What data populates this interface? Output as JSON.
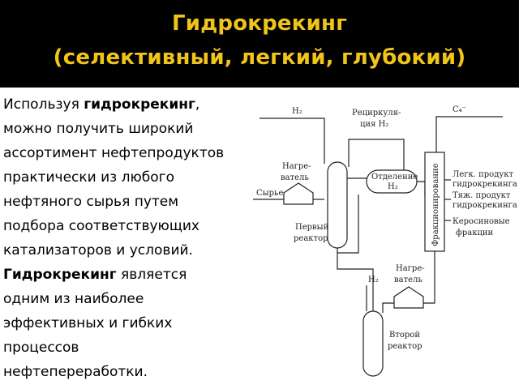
{
  "title": {
    "line1": "Гидрокрекинг",
    "line2": "(селективный, легкий, глубокий)",
    "color": "#f0c419",
    "band_color": "#000000"
  },
  "body": {
    "l1_pre": "Используя ",
    "l1_bold": "гидрокрекинг",
    "l1_post": ",",
    "l2": "можно получить широкий",
    "l3": "ассортимент нефтепродуктов",
    "l4": "практически из любого",
    "l5": "нефтяного сырья путем",
    "l6": "подбора соответствующих",
    "l7": "катализаторов и условий.",
    "l8_bold": "Гидрокрекинг",
    "l8_post": " является",
    "l9": "одним из наиболее",
    "l10": "эффективных и гибких",
    "l11": "процессов",
    "l12": "нефтепереработки."
  },
  "diagram": {
    "h2_top": "H₂",
    "recycle_1": "Рециркуля-",
    "recycle_2": "ция H₂",
    "c4": "C₄⁻",
    "heater1_1": "Нагре-",
    "heater1_2": "ватель",
    "feed": "Сырье",
    "reactor1_1": "Первый",
    "reactor1_2": "реактор",
    "separator_1": "Отделение",
    "separator_2": "H₂",
    "fractionation": "Фракционирование",
    "light_1": "Легк. продукт",
    "light_2": "гидрокрекинга",
    "heavy_1": "Тяж. продукт",
    "heavy_2": "гидрокрекинга",
    "kerosene_1": "Керосиновые",
    "kerosene_2": "фракции",
    "heater2_1": "Нагре-",
    "heater2_2": "ватель",
    "h2_bottom": "H₂",
    "reactor2_1": "Второй",
    "reactor2_2": "реактор"
  }
}
